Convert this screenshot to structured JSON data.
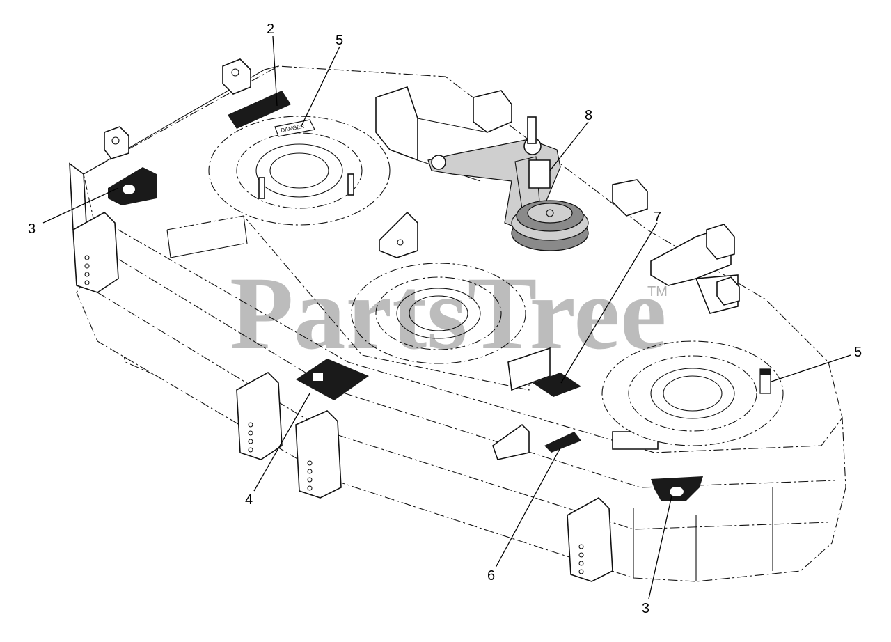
{
  "watermark": {
    "text": "PartsTree",
    "trademark": "TM"
  },
  "decal_text": {
    "danger": "DANGER"
  },
  "callouts": [
    {
      "id": "callout-2",
      "label": "2"
    },
    {
      "id": "callout-5-top",
      "label": "5"
    },
    {
      "id": "callout-8",
      "label": "8"
    },
    {
      "id": "callout-3-left",
      "label": "3"
    },
    {
      "id": "callout-7",
      "label": "7"
    },
    {
      "id": "callout-5-right",
      "label": "5"
    },
    {
      "id": "callout-4",
      "label": "4"
    },
    {
      "id": "callout-6",
      "label": "6"
    },
    {
      "id": "callout-3-bottom",
      "label": "3"
    }
  ]
}
